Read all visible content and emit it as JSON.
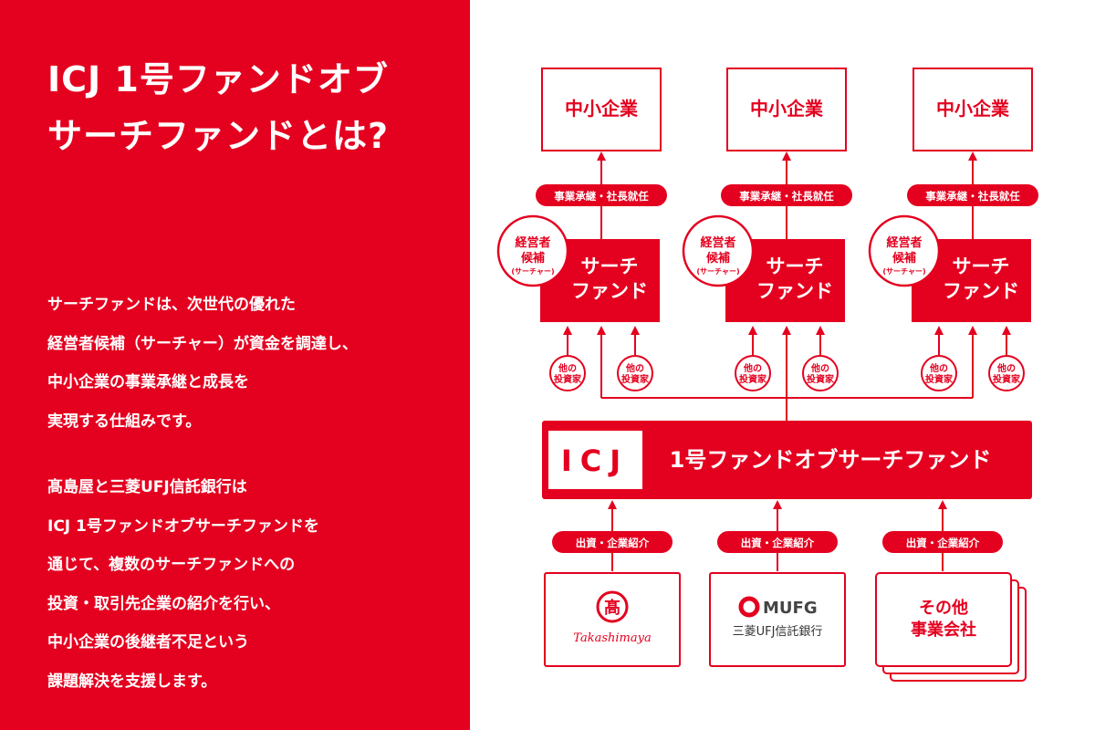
{
  "title_lines": [
    "ICJ 1号ファンドオブ",
    "サーチファンドとは?"
  ],
  "paragraph1": [
    "サーチファンドは、次世代の優れた",
    "経営者候補（サーチャー）が資金を調達し、",
    "中小企業の事業承継と成長を",
    "実現する仕組みです。"
  ],
  "paragraph2": [
    "髙島屋と三菱UFJ信託銀行は",
    "ICJ 1号ファンドオブサーチファンドを",
    "通じて、複数のサーチファンドへの",
    "投資・取引先企業の紹介を行い、",
    "中小企業の後継者不足という",
    "課題解決を支援します。"
  ],
  "diagram": {
    "sme_label": "中小企業",
    "succession_label": "事業承継・社長就任",
    "search_fund_lines": [
      "サーチ",
      "ファンド"
    ],
    "candidate_lines": [
      "経営者",
      "候補",
      "(サーチャー)"
    ],
    "other_investor_lines": [
      "他の",
      "投資家"
    ],
    "icj_mark": "ICJ",
    "icj_fund_name": "1号ファンドオブサーチファンド",
    "investment_label": "出資・企業紹介",
    "takashimaya_mark": "髙",
    "takashimaya_name": "Takashimaya",
    "mufg_name": "MUFG",
    "mufg_bank": "三菱UFJ信託銀行",
    "others_lines": [
      "その他",
      "事業会社"
    ]
  },
  "colors": {
    "brand_red": "#e4001f",
    "white": "#ffffff"
  }
}
